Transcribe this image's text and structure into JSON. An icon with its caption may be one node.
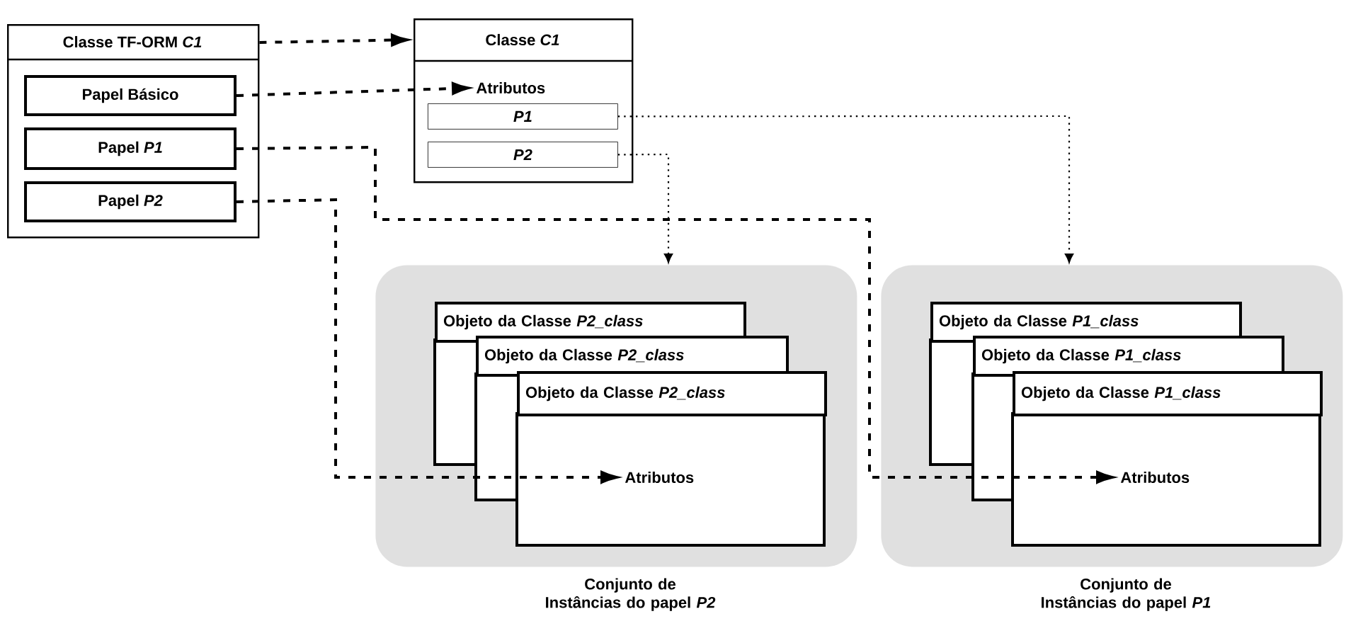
{
  "diagram": {
    "nodes": [
      {
        "text": [
          "Classe TF-ORM *C1*"
        ]
      },
      {
        "text": [
          "Papel Básico"
        ],
        "in": 0
      },
      {
        "text": [
          "Papel *P1*"
        ],
        "in": 0
      },
      {
        "text": [
          "Papel *P2*"
        ],
        "in": 0
      },
      {
        "text": [
          "Classe *C1*"
        ]
      },
      {
        "text": [
          "Atributos"
        ],
        "in": 4
      },
      {
        "text": [
          "*P1*"
        ],
        "in": 4
      },
      {
        "text": [
          "*P2*"
        ],
        "in": 4
      },
      {
        "text": [
          "Conjunto de Instâncias do papel *P2*"
        ]
      },
      {
        "text": [
          "Objeto da Classe *P2_class*"
        ],
        "in": 8
      },
      {
        "text": [
          "Objeto da Classe *P2_class*"
        ],
        "in": 8
      },
      {
        "text": [
          "Objeto da Classe *P2_class*"
        ],
        "in": 8
      },
      {
        "text": [
          "Atributos"
        ],
        "in": 8
      },
      {
        "text": [
          "Conjunto de Instâncias do papel *P1*"
        ]
      },
      {
        "text": [
          "Objeto da Classe *P1_class*"
        ],
        "in": 13
      },
      {
        "text": [
          "Objeto da Classe *P1_class*"
        ],
        "in": 13
      },
      {
        "text": [
          "Objeto da Classe *P1_class*"
        ],
        "in": 13
      },
      {
        "text": [
          "Atributos"
        ],
        "in": 13
      }
    ],
    "edges": [
      {
        "from": 0,
        "to": 4,
        "arrow": "to",
        "style": "dashed"
      },
      {
        "from": 1,
        "to": 5,
        "arrow": "to",
        "style": "dashed"
      },
      {
        "from": 2,
        "to": 17,
        "arrow": "to",
        "style": "dashed"
      },
      {
        "from": 3,
        "to": 12,
        "arrow": "to",
        "style": "dashed"
      },
      {
        "from": 6,
        "to": 13,
        "arrow": "to"
      },
      {
        "from": 7,
        "to": 8,
        "arrow": "to"
      }
    ]
  }
}
